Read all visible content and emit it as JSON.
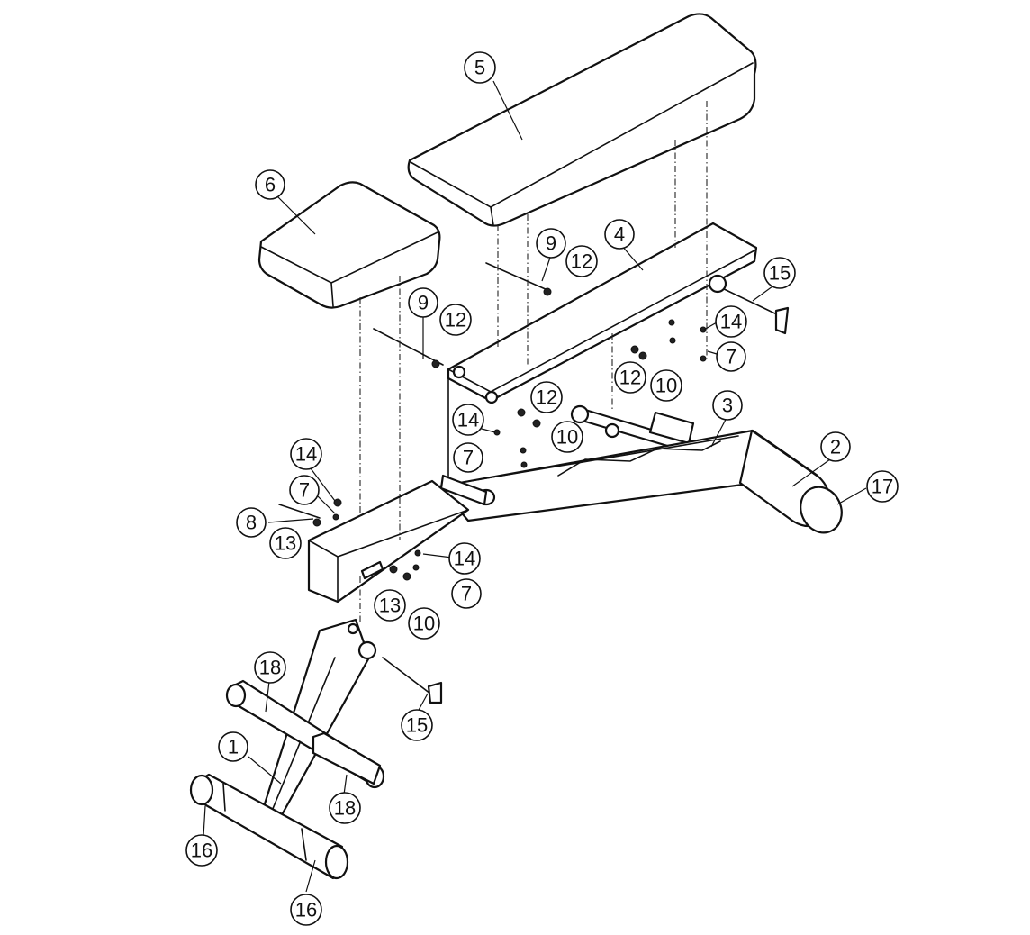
{
  "callouts": [
    {
      "id": "c5",
      "label": "5"
    },
    {
      "id": "c6",
      "label": "6"
    },
    {
      "id": "c9a",
      "label": "9"
    },
    {
      "id": "c12a",
      "label": "12"
    },
    {
      "id": "c4",
      "label": "4"
    },
    {
      "id": "c15a",
      "label": "15"
    },
    {
      "id": "c9b",
      "label": "9"
    },
    {
      "id": "c12b",
      "label": "12"
    },
    {
      "id": "c14a",
      "label": "14"
    },
    {
      "id": "c7a",
      "label": "7"
    },
    {
      "id": "c12c",
      "label": "12"
    },
    {
      "id": "c10a",
      "label": "10"
    },
    {
      "id": "c12d",
      "label": "12"
    },
    {
      "id": "c3",
      "label": "3"
    },
    {
      "id": "c14b",
      "label": "14"
    },
    {
      "id": "c10b",
      "label": "10"
    },
    {
      "id": "c2",
      "label": "2"
    },
    {
      "id": "c7b",
      "label": "7"
    },
    {
      "id": "c17",
      "label": "17"
    },
    {
      "id": "c14c",
      "label": "14"
    },
    {
      "id": "c7c",
      "label": "7"
    },
    {
      "id": "c8",
      "label": "8"
    },
    {
      "id": "c13a",
      "label": "13"
    },
    {
      "id": "c14d",
      "label": "14"
    },
    {
      "id": "c7d",
      "label": "7"
    },
    {
      "id": "c13b",
      "label": "13"
    },
    {
      "id": "c10c",
      "label": "10"
    },
    {
      "id": "c18a",
      "label": "18"
    },
    {
      "id": "c15b",
      "label": "15"
    },
    {
      "id": "c1",
      "label": "1"
    },
    {
      "id": "c18b",
      "label": "18"
    },
    {
      "id": "c16a",
      "label": "16"
    },
    {
      "id": "c16b",
      "label": "16"
    }
  ]
}
